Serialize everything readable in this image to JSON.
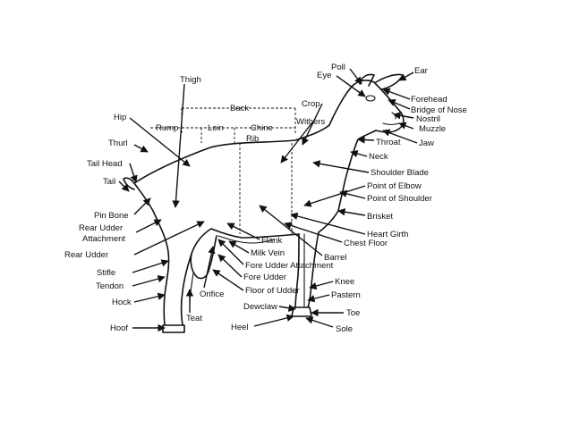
{
  "labels": {
    "poll": "Poll",
    "ear": "Ear",
    "eye": "Eye",
    "thigh": "Thigh",
    "crop": "Crop",
    "forehead": "Forehead",
    "back": "Back",
    "bridge_of_nose": "Bridge of Nose",
    "withers": "Withers",
    "nostril": "Nostril",
    "hip": "Hip",
    "rump": "Rump",
    "loin": "Loin",
    "chine": "Chine",
    "muzzle": "Muzzle",
    "rib": "Rib",
    "thurl": "Thurl",
    "throat": "Throat",
    "jaw": "Jaw",
    "neck": "Neck",
    "tail_head": "Tail Head",
    "shoulder_blade": "Shoulder Blade",
    "tail": "Tail",
    "point_of_elbow": "Point of Elbow",
    "point_of_shoulder": "Point of Shoulder",
    "pin_bone": "Pin Bone",
    "brisket": "Brisket",
    "rear_udder_attachment_1": "Rear Udder",
    "rear_udder_attachment_2": "Attachment",
    "heart_girth": "Heart Girth",
    "flank": "Flank",
    "chest_floor": "Chest Floor",
    "milk_vein": "Milk Vein",
    "rear_udder": "Rear Udder",
    "barrel": "Barrel",
    "fore_udder_attachment": "Fore Udder Attachment",
    "stifle": "Stifle",
    "fore_udder": "Fore Udder",
    "knee": "Knee",
    "tendon": "Tendon",
    "floor_of_udder": "Floor of Udder",
    "orifice": "Orifice",
    "pastern": "Pastern",
    "hock": "Hock",
    "dewclaw": "Dewclaw",
    "toe": "Toe",
    "teat": "Teat",
    "hoof": "Hoof",
    "heel": "Heel",
    "sole": "Sole"
  }
}
